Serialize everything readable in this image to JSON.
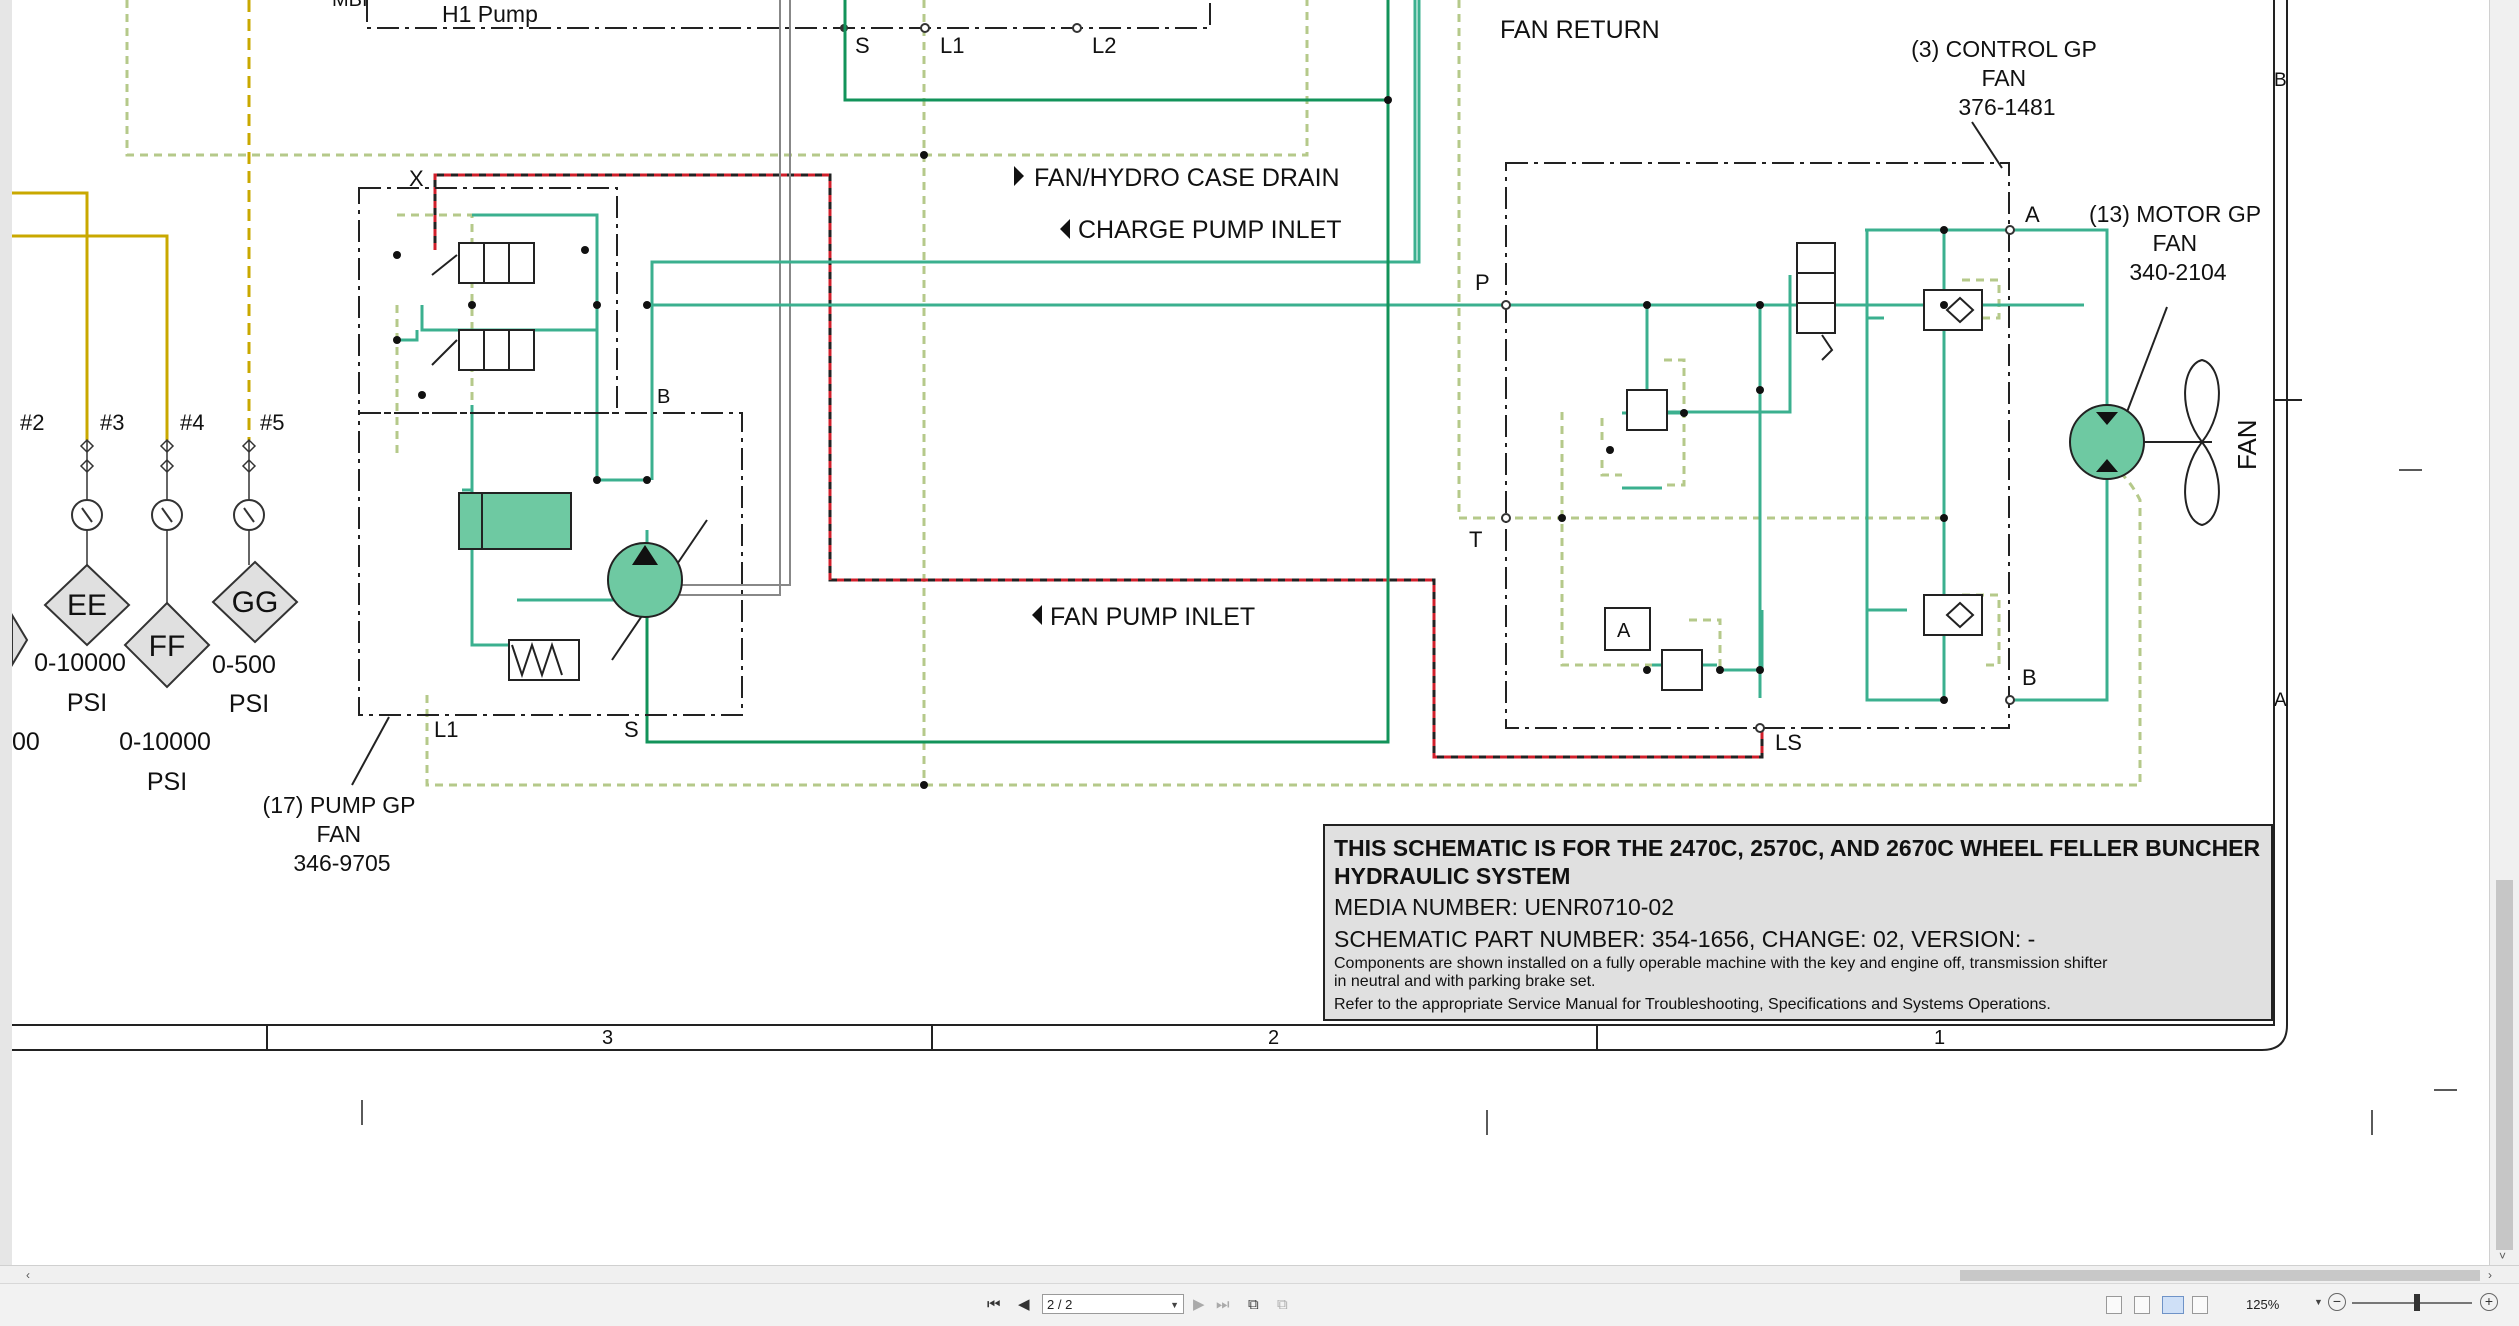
{
  "schematic": {
    "labels": {
      "mbi": "MBI",
      "h1_pump": "H1 Pump",
      "s_top": "S",
      "l1_top": "L1",
      "l2_top": "L2",
      "fan_return": "FAN RETURN",
      "fan_hydro_case_drain": "FAN/HYDRO CASE DRAIN",
      "charge_pump_inlet": "CHARGE PUMP INLET",
      "fan_pump_inlet": "FAN PUMP INLET",
      "x": "X",
      "b_pump": "B",
      "l1_pump": "L1",
      "s_pump": "S",
      "p": "P",
      "t": "T",
      "a_motor": "A",
      "b_motor": "B",
      "ls": "LS",
      "a_box": "A",
      "fan": "FAN",
      "border_b": "B",
      "border_a": "A"
    },
    "control_gp": [
      "(3) CONTROL GP",
      "FAN",
      "376-1481"
    ],
    "motor_gp": [
      "(13) MOTOR GP",
      "FAN",
      "340-2104"
    ],
    "pump_gp": [
      "(17) PUMP GP",
      "FAN",
      "346-9705"
    ],
    "gauges": [
      {
        "tag": "#2"
      },
      {
        "tag": "#3",
        "id": "EE",
        "range": "0-10000",
        "unit": "PSI"
      },
      {
        "tag": "#4",
        "id": "FF",
        "range": "0-10000",
        "unit": "PSI"
      },
      {
        "tag": "#5",
        "id": "GG",
        "range": "0-500",
        "unit": "PSI"
      }
    ],
    "partial_range": "00",
    "info": {
      "title_line1": "THIS SCHEMATIC IS FOR THE 2470C, 2570C, AND 2670C WHEEL FELLER BUNCHER",
      "title_line2": "HYDRAULIC SYSTEM",
      "media_number": "MEDIA NUMBER: UENR0710-02",
      "part_number": "SCHEMATIC PART NUMBER: 354-1656, CHANGE: 02, VERSION: -",
      "note1": "Components are shown installed on a fully operable machine with the key and engine off, transmission shifter",
      "note2": "in neutral and with parking brake set.",
      "note3": "Refer to the appropriate Service Manual for Troubleshooting, Specifications and Systems Operations."
    },
    "columns": [
      "3",
      "2",
      "1"
    ]
  },
  "viewer": {
    "page_indicator": "2 / 2",
    "zoom": "125%",
    "zoom_out": "−",
    "zoom_in": "+"
  },
  "icons": {
    "first_page": "first-page-icon",
    "prev_page": "previous-page-icon",
    "next_page": "next-page-icon",
    "last_page": "last-page-icon"
  },
  "colors": {
    "pressure_green": "#3bb08f",
    "dark_green": "#12935a",
    "drain_dashed": "#b5c98a",
    "pilot_yellow": "#c9a800",
    "case_red": "#d01f2b",
    "info_bg": "#e0e0e0"
  }
}
